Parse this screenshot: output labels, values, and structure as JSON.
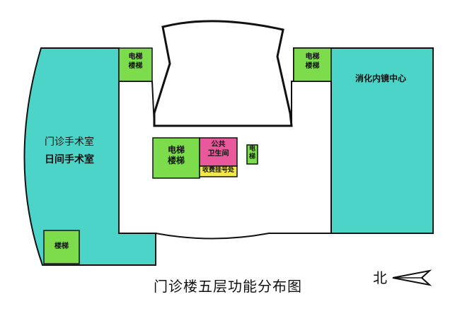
{
  "title": "门诊楼五层功能分布图",
  "north_label": "北",
  "colors": {
    "building_outline": "#111111",
    "corridor": "#ffffff",
    "wing": "#4dd4c8",
    "elevator": "#7ddc4b",
    "restroom": "#e8589a",
    "cashier": "#f2e84a"
  },
  "rooms": {
    "left_wing_line1": "门诊手术室",
    "left_wing_line2": "日间手术室",
    "right_wing": "消化内镜中心",
    "elevator_left_top": "电梯\n楼梯",
    "elevator_right_top": "电梯\n楼梯",
    "elevator_center": "电梯\n楼梯",
    "stairs_bottom_left": "楼梯",
    "restroom": "公共\n卫生间",
    "cashier": "收费挂号处",
    "small_elevator": "电\n梯"
  }
}
